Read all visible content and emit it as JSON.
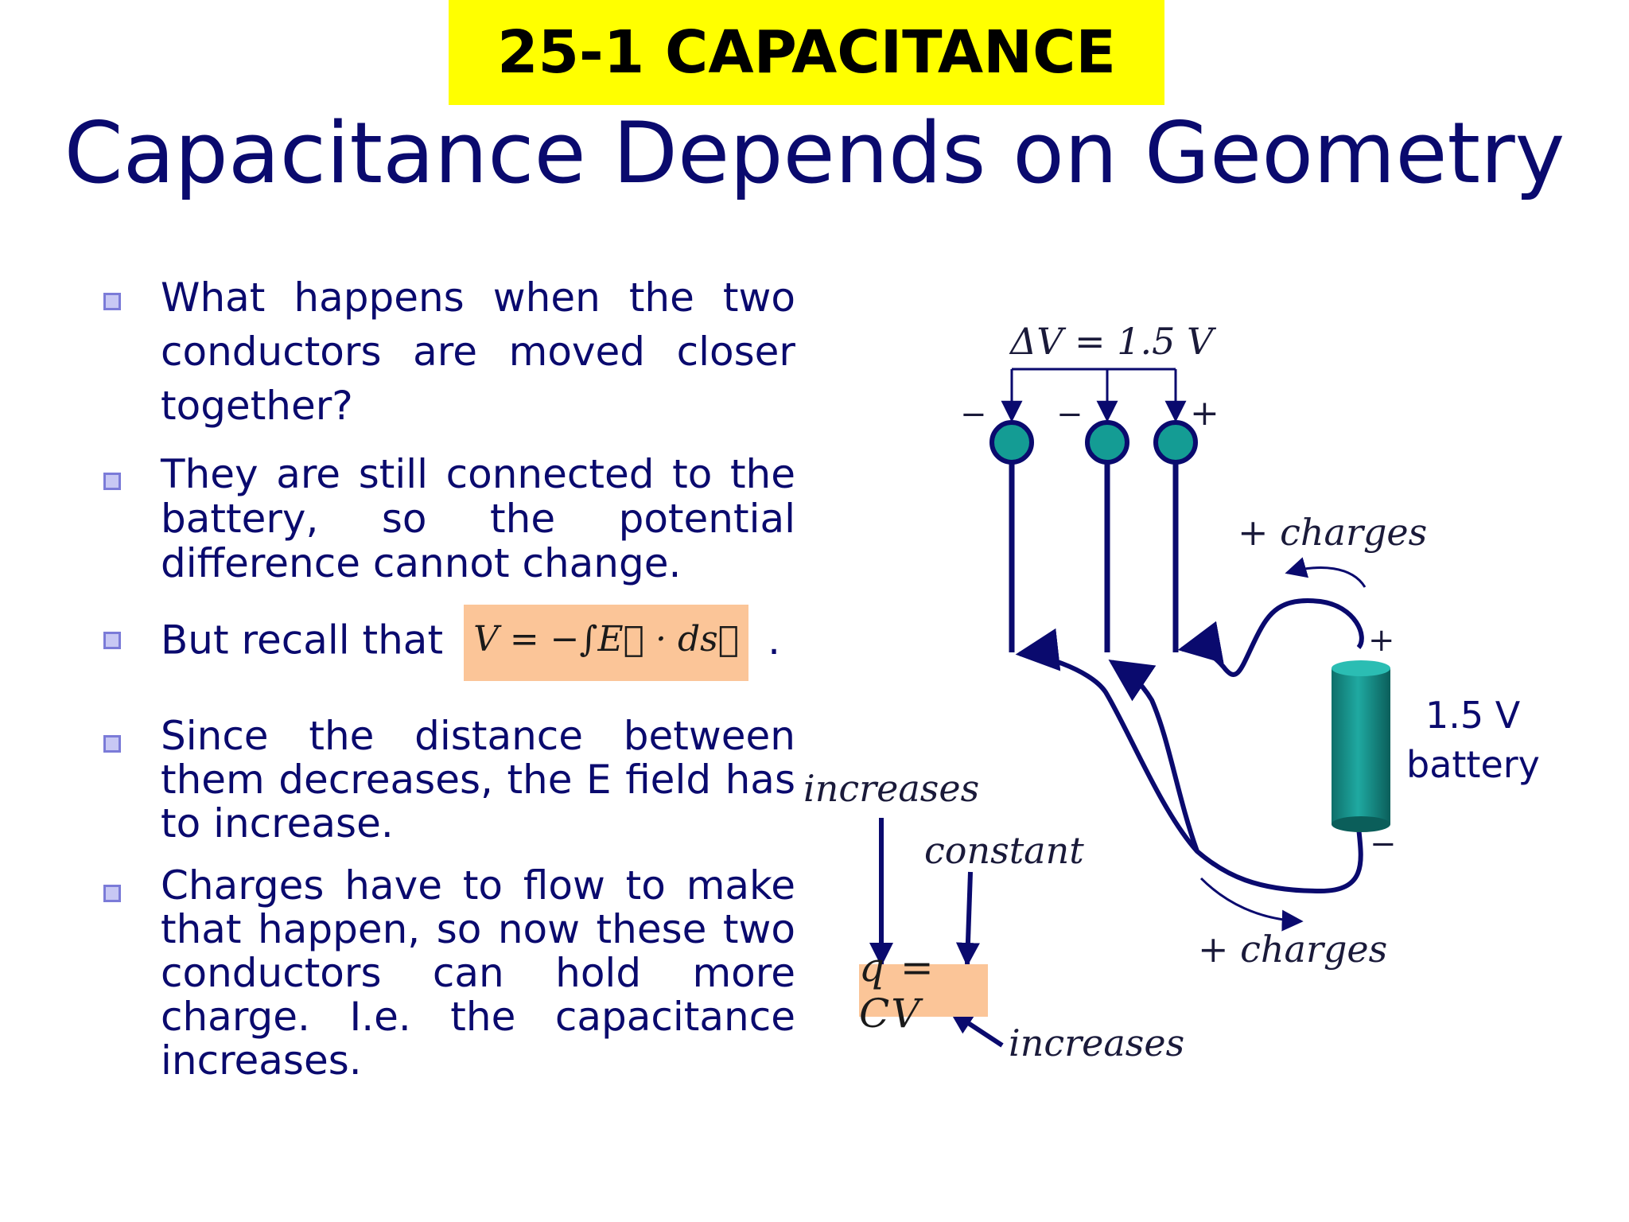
{
  "header": {
    "section": "25-1 CAPACITANCE",
    "title": "Capacitance Depends on Geometry"
  },
  "bullets": [
    "What happens when the two conductors are moved closer together?",
    "They are still connected to the battery, so the potential difference cannot change.",
    "But recall that",
    "Since the distance between them decreases, the E field has to increase.",
    "Charges have to flow to make that happen, so now these two conductors can hold more charge.  I.e. the capacitance increases."
  ],
  "formulas": {
    "potential": "V = −∫E⃗ · ds⃗",
    "potential_end": ".",
    "charge": "q = CV"
  },
  "diagram": {
    "delta_v": "ΔV = 1.5 V",
    "minus_sign": "−",
    "plus_sign": "+",
    "charges_top": "+ charges",
    "charges_bottom": "+ charges",
    "battery_voltage": "1.5 V",
    "battery_label": "battery",
    "increases_top": "increases",
    "constant": "constant",
    "increases_bottom": "increases"
  },
  "colors": {
    "banner": "#ffff00",
    "title": "#0a0a6e",
    "wire": "#0a0a6e",
    "conductor": "#149c94",
    "highlight": "#fbc598"
  }
}
